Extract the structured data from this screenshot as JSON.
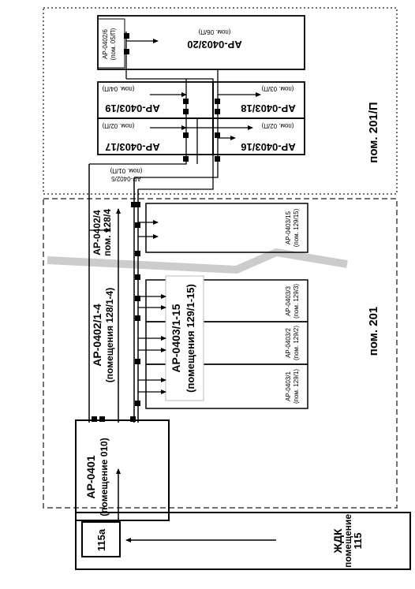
{
  "rooms": {
    "r201p": "пом. 201/П",
    "r201": "пом. 201",
    "zhdk": "ЖДК",
    "zhdk_sub": "помещение",
    "zhdk_num": "115",
    "r115a": "115а"
  },
  "ap0401": {
    "line1": "АР-0401",
    "line2": "(помещение 010)"
  },
  "ap0402_14": {
    "line1": "АР-0402/1-4",
    "line2": "(помещения 128/1-4)"
  },
  "ap0402_4": {
    "line1": "АР-0402/4",
    "line2": "пом. 128/4"
  },
  "ap0403_115": {
    "line1": "АР-0403/1-15",
    "line2": "(помещения 129/1-15)"
  },
  "small": {
    "a1": "АР-0403/1",
    "a1r": "(пом. 129/1)",
    "a2": "АР-0403/2",
    "a2r": "(пом. 129/2)",
    "a3": "АР-0403/3",
    "a3r": "(пом. 129/3)",
    "a15": "АР-0403/15",
    "a15r": "(пом. 129/15)"
  },
  "upper": {
    "a17": "АР-0403/17",
    "a17r": "(пом. 02/П)",
    "a16": "АР-0403/16",
    "a16r": "(пом. 02/П)",
    "a19": "АР-0403/19",
    "a19r": "(пом. 04/П)",
    "a18": "АР-0403/18",
    "a18r": "(пом. 03/П)",
    "a20": "АР-0403/20",
    "a20r": "(пом. 06/П)",
    "a26": "АР-0402/6",
    "a26r": "(пом. 05/П)",
    "a25": "АР-0402/5",
    "a25r": "(пом. 01/П)"
  },
  "colors": {
    "line": "#000000",
    "dash": "#444444",
    "bg": "#ffffff"
  }
}
